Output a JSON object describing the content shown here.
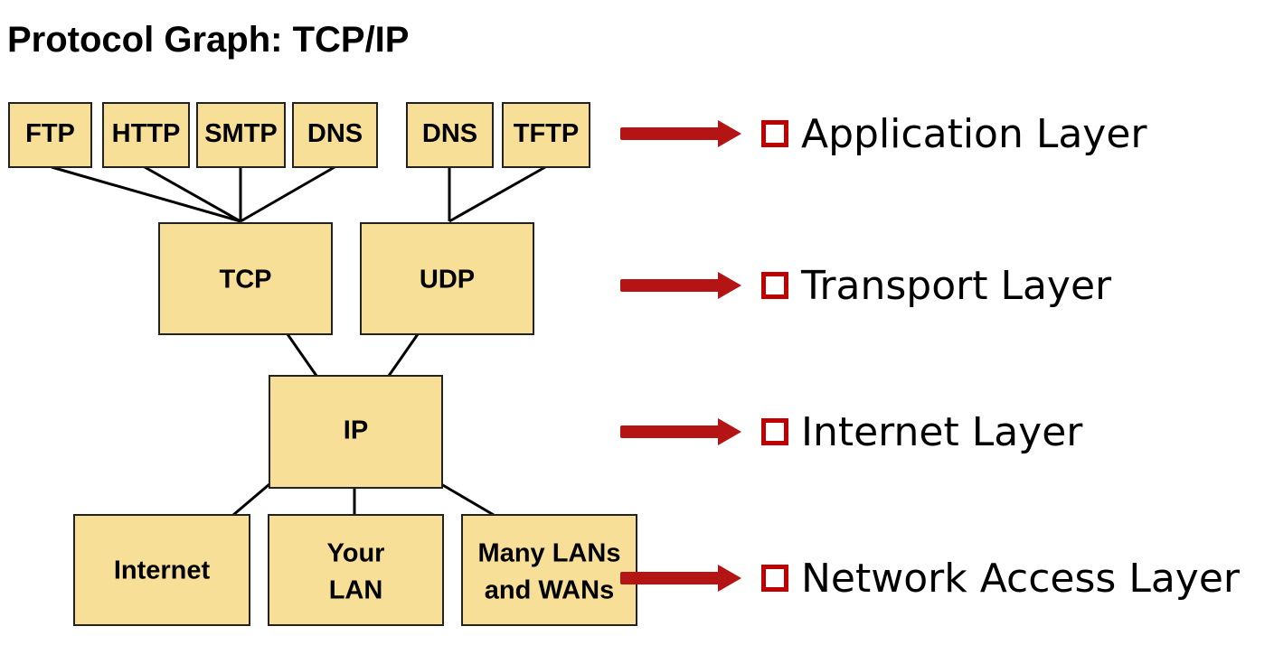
{
  "title": "Protocol Graph: TCP/IP",
  "colors": {
    "box_fill": "#f7df98",
    "arrow": "#b41414",
    "bullet": "#c00000"
  },
  "boxes": {
    "ftp": "FTP",
    "http": "HTTP",
    "smtp": "SMTP",
    "dns1": "DNS",
    "dns2": "DNS",
    "tftp": "TFTP",
    "tcp": "TCP",
    "udp": "UDP",
    "ip": "IP",
    "internet": "Internet",
    "lan_line1": "Your",
    "lan_line2": "LAN",
    "wan_line1": "Many LANs",
    "wan_line2": "and WANs"
  },
  "layers": [
    {
      "label": "Application Layer"
    },
    {
      "label": "Transport Layer"
    },
    {
      "label": "Internet Layer"
    },
    {
      "label": "Network Access Layer"
    }
  ]
}
